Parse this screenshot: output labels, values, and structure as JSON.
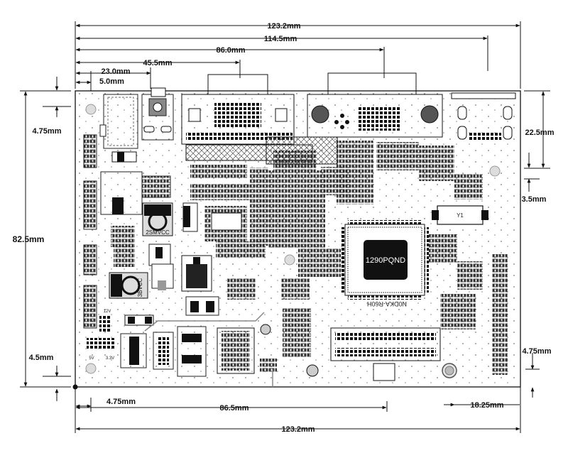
{
  "dimensions": {
    "top_total": "123.2mm",
    "top_inner": "114.5mm",
    "top_86": "86.0mm",
    "top_45": "45.5mm",
    "top_23": "23.0mm",
    "top_5": "5.0mm",
    "left_height": "82.5mm",
    "left_top": "4.75mm",
    "left_bottom": "4.5mm",
    "right_top": "22.5mm",
    "right_mid": "3.5mm",
    "right_bottom": "4.75mm",
    "bottom_small": "4.75mm",
    "bottom_mid": "86.5mm",
    "bottom_right": "18.25mm",
    "bottom_total": "123.2mm"
  },
  "board": {
    "main_chip_label": "1290PQND",
    "model_label": "N0DKA-R60H",
    "dip_label_1": "12V",
    "dip_label_2": "5V",
    "dip_label_3": "3.3V",
    "inductor_1": "2SMVCC",
    "inductor_2": "3BVCC",
    "silk_12v": "12V",
    "silk_5v": "5V",
    "silk_33v": "3.3V",
    "crystal": "Y1"
  },
  "colors": {
    "line": "#111111",
    "board_fill": "#ffffff",
    "component_dark": "#1a1a1a",
    "component_grey": "#9a9a9a"
  }
}
